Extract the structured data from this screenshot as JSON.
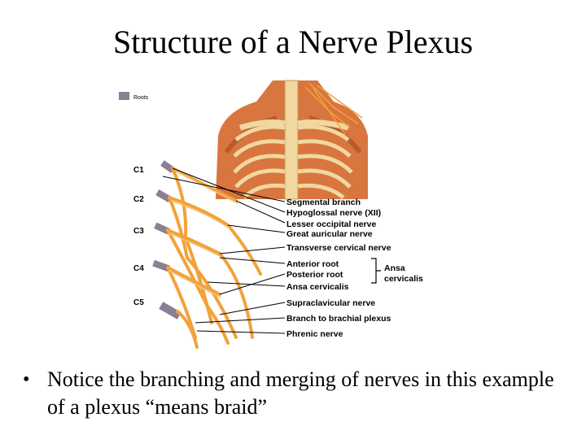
{
  "title": "Structure of a Nerve Plexus",
  "legend": {
    "swatch_label": "Roots",
    "swatch_color": "#8a7f93"
  },
  "roots": [
    "C1",
    "C2",
    "C3",
    "C4",
    "C5"
  ],
  "callouts": [
    "Segmental branch",
    "Hypoglossal nerve (XII)",
    "Lesser occipital nerve",
    "Great auricular nerve",
    "Transverse cervical nerve",
    "Anterior root",
    "Posterior root",
    "Ansa cervicalis",
    "Supraclavicular nerve",
    "Branch to brachial plexus",
    "Phrenic nerve"
  ],
  "bracket": {
    "line1": "Ansa",
    "line2": "cervicalis"
  },
  "bullet": {
    "symbol": "•",
    "text": "Notice the branching and merging of nerves in this example of a plexus “means  braid”"
  },
  "colors": {
    "nerve": "#f2a23a",
    "root": "#8a7f93",
    "skin": "#d9753f",
    "bone": "#f1d7a0"
  }
}
